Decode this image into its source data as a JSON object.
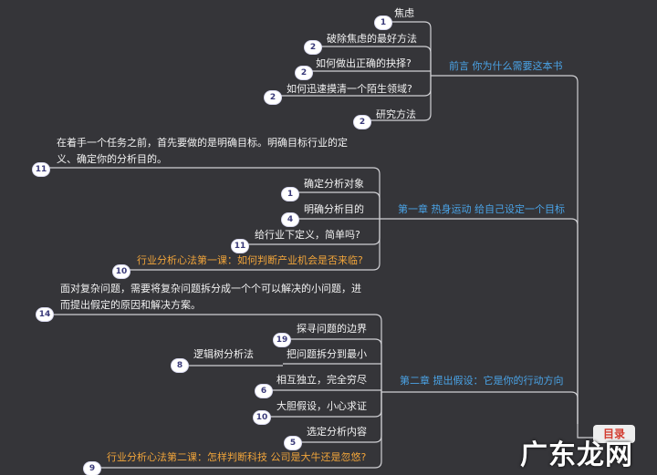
{
  "root": {
    "label": "目录"
  },
  "watermark": "广东龙网",
  "sections": [
    {
      "title": "前言 你为什么需要这本书",
      "nodes": [
        {
          "label": "焦虑",
          "count": "1"
        },
        {
          "label": "破除焦虑的最好方法",
          "count": "2"
        },
        {
          "label": "如何做出正确的抉择?",
          "count": "2"
        },
        {
          "label": "如何迅速摸清一个陌生领域?",
          "count": "2"
        },
        {
          "label": "研究方法",
          "count": "2"
        }
      ]
    },
    {
      "title": "第一章 热身运动 给自己设定一个目标",
      "intro": {
        "label": "在着手一个任务之前，首先要做的是明确目标。明确目标行业的定义、确定你的分析目的。",
        "count": "11"
      },
      "nodes": [
        {
          "label": "确定分析对象",
          "count": "1"
        },
        {
          "label": "明确分析目的",
          "count": "4"
        },
        {
          "label": "给行业下定义，简单吗?",
          "count": "11"
        },
        {
          "label": "行业分析心法第一课：如何判断产业机会是否来临?",
          "count": "10",
          "highlight": true
        }
      ]
    },
    {
      "title": "第二章 提出假设：它是你的行动方向",
      "intro": {
        "label": "面对复杂问题，需要将复杂问题拆分成一个个可以解决的小问题，进而提出假定的原因和解决方案。",
        "count": "14"
      },
      "nodes": [
        {
          "label": "探寻问题的边界",
          "count": "19"
        },
        {
          "label": "把问题拆分到最小",
          "count": ""
        },
        {
          "label": "逻辑树分析法",
          "count": "8"
        },
        {
          "label": "相互独立，完全穷尽",
          "count": "6"
        },
        {
          "label": "大胆假设，小心求证",
          "count": "10"
        },
        {
          "label": "选定分析内容",
          "count": "5"
        },
        {
          "label": "行业分析心法第二课：怎样判断科技 公司是大牛还是忽悠?",
          "count": "9",
          "highlight": true
        }
      ]
    }
  ]
}
